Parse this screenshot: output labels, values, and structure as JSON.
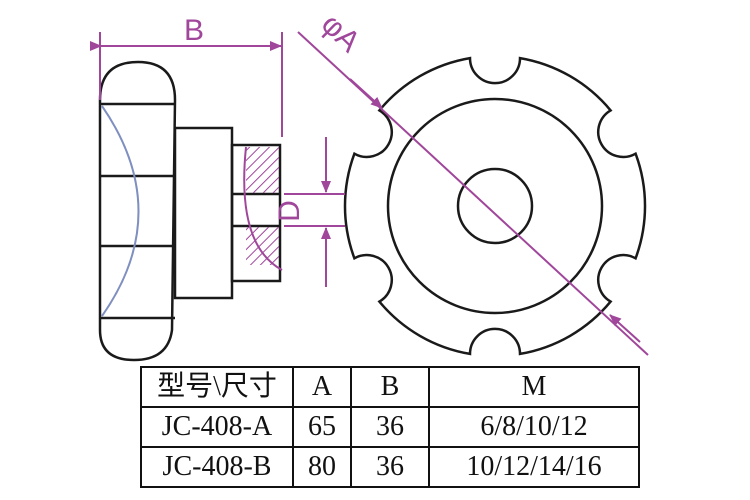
{
  "labels": {
    "dim_b": "B",
    "dim_phi_a": "φA",
    "dim_d": "D"
  },
  "colors": {
    "outline": "#1a1a1a",
    "dimension": "#a0469b",
    "curve": "#7f8fc0"
  },
  "table": {
    "header": [
      "型号\\尺寸",
      "A",
      "B",
      "M"
    ],
    "rows": [
      [
        "JC-408-A",
        "65",
        "36",
        "6/8/10/12"
      ],
      [
        "JC-408-B",
        "80",
        "36",
        "10/12/14/16"
      ]
    ]
  }
}
